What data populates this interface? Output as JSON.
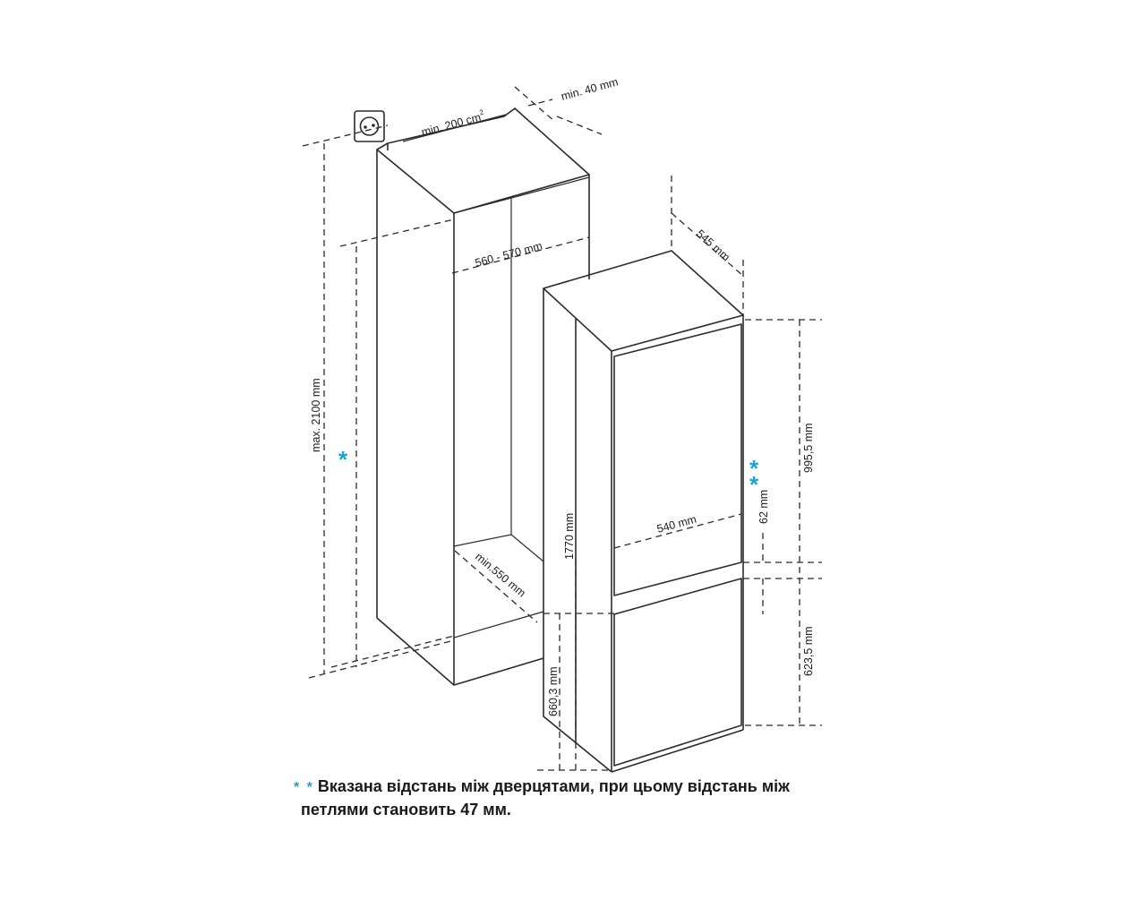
{
  "dimensions": {
    "min_40": "min. 40 mm",
    "min_200_base": "min. 200 cm",
    "min_200_sup": "2",
    "w_560_570": "560 - 570 mm",
    "d_545": "545 mm",
    "max_2100": "max. 2100 mm",
    "min_550": "min.550 mm",
    "h_1770": "1770 mm",
    "w_540": "540 mm",
    "h_995": "995,5 mm",
    "gap_62": "62 mm",
    "h_623": "623,5 mm",
    "h_660": "660,3 mm"
  },
  "markers": {
    "single": "*",
    "double": "**"
  },
  "note": {
    "stars": "* *",
    "line1": "Вказана відстань між дверцятами, при цьому відстань між",
    "line2": "петлями становить 47 мм."
  },
  "colors": {
    "accent": "#1ba3d8",
    "line": "#2b2b2b"
  },
  "icons": {
    "outlet": "power-outlet-icon"
  }
}
